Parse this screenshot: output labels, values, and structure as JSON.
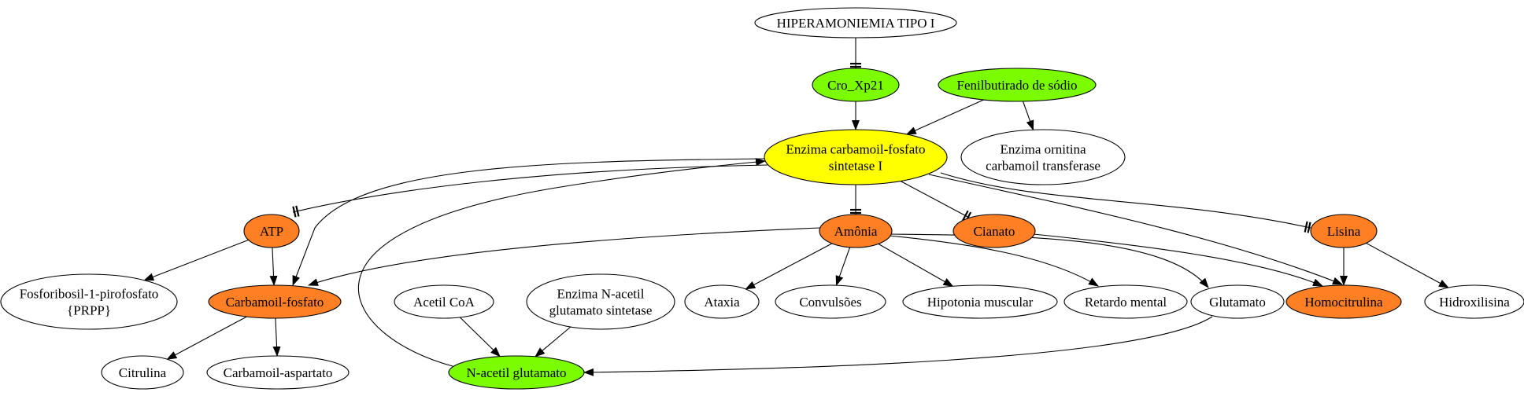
{
  "colors": {
    "gene": "#7cfc00",
    "enzyme": "#ffff00",
    "metabolite": "#ff7f24",
    "default": "#ffffff",
    "stroke": "#000000"
  },
  "nodes": [
    {
      "id": "hiperamoniemia",
      "lines": [
        "HIPERAMONIEMIA TIPO I"
      ],
      "kind": "default"
    },
    {
      "id": "cro-xp21",
      "lines": [
        "Cro_Xp21"
      ],
      "kind": "gene"
    },
    {
      "id": "fenilbutirado",
      "lines": [
        "Fenilbutirado de sódio"
      ],
      "kind": "gene"
    },
    {
      "id": "enzima-cps",
      "lines": [
        "Enzima carbamoil-fosfato",
        "sintetase I"
      ],
      "kind": "enzyme"
    },
    {
      "id": "enzima-ornitina",
      "lines": [
        "Enzima ornitina",
        "carbamoil transferase"
      ],
      "kind": "default"
    },
    {
      "id": "atp",
      "lines": [
        "ATP"
      ],
      "kind": "metabolite"
    },
    {
      "id": "amonia",
      "lines": [
        "Amônia"
      ],
      "kind": "metabolite"
    },
    {
      "id": "cianato",
      "lines": [
        "Cianato"
      ],
      "kind": "metabolite"
    },
    {
      "id": "lisina",
      "lines": [
        "Lisina"
      ],
      "kind": "metabolite"
    },
    {
      "id": "fosforibosil",
      "lines": [
        "Fosforibosil-1-pirofosfato",
        "{PRPP}"
      ],
      "kind": "default"
    },
    {
      "id": "carbamoil-fosfato",
      "lines": [
        "Carbamoil-fosfato"
      ],
      "kind": "metabolite"
    },
    {
      "id": "acetil-coa",
      "lines": [
        "Acetil CoA"
      ],
      "kind": "default"
    },
    {
      "id": "enzima-nag",
      "lines": [
        "Enzima N-acetil",
        "glutamato sintetase"
      ],
      "kind": "default"
    },
    {
      "id": "ataxia",
      "lines": [
        "Ataxia"
      ],
      "kind": "default"
    },
    {
      "id": "convulsoes",
      "lines": [
        "Convulsões"
      ],
      "kind": "default"
    },
    {
      "id": "hipotonia",
      "lines": [
        "Hipotonia muscular"
      ],
      "kind": "default"
    },
    {
      "id": "retardo",
      "lines": [
        "Retardo mental"
      ],
      "kind": "default"
    },
    {
      "id": "glutamato",
      "lines": [
        "Glutamato"
      ],
      "kind": "default"
    },
    {
      "id": "homocitrulina",
      "lines": [
        "Homocitrulina"
      ],
      "kind": "metabolite"
    },
    {
      "id": "hidroxilisina",
      "lines": [
        "Hidroxilisina"
      ],
      "kind": "default"
    },
    {
      "id": "citrulina",
      "lines": [
        "Citrulina"
      ],
      "kind": "default"
    },
    {
      "id": "carbamoil-aspartato",
      "lines": [
        "Carbamoil-aspartato"
      ],
      "kind": "default"
    },
    {
      "id": "n-acetil-glutamato",
      "lines": [
        "N-acetil glutamato"
      ],
      "kind": "gene"
    }
  ],
  "edges": [
    {
      "from": "hiperamoniemia",
      "to": "cro-xp21",
      "head": "tee"
    },
    {
      "from": "cro-xp21",
      "to": "enzima-cps",
      "head": "arrow"
    },
    {
      "from": "fenilbutirado",
      "to": "enzima-cps",
      "head": "arrow"
    },
    {
      "from": "fenilbutirado",
      "to": "enzima-ornitina",
      "head": "arrow"
    },
    {
      "from": "enzima-cps",
      "to": "atp",
      "head": "tee"
    },
    {
      "from": "enzima-cps",
      "to": "carbamoil-fosfato",
      "head": "arrow"
    },
    {
      "from": "enzima-cps",
      "to": "amonia",
      "head": "tee"
    },
    {
      "from": "enzima-cps",
      "to": "cianato",
      "head": "tee"
    },
    {
      "from": "enzima-cps",
      "to": "lisina",
      "head": "tee"
    },
    {
      "from": "enzima-cps",
      "to": "homocitrulina",
      "head": "arrow"
    },
    {
      "from": "atp",
      "to": "fosforibosil",
      "head": "arrow"
    },
    {
      "from": "atp",
      "to": "carbamoil-fosfato",
      "head": "arrow"
    },
    {
      "from": "amonia",
      "to": "carbamoil-fosfato",
      "head": "arrow"
    },
    {
      "from": "amonia",
      "to": "ataxia",
      "head": "arrow"
    },
    {
      "from": "amonia",
      "to": "convulsoes",
      "head": "arrow"
    },
    {
      "from": "amonia",
      "to": "hipotonia",
      "head": "arrow"
    },
    {
      "from": "amonia",
      "to": "retardo",
      "head": "arrow"
    },
    {
      "from": "amonia",
      "to": "glutamato",
      "head": "arrow"
    },
    {
      "from": "cianato",
      "to": "homocitrulina",
      "head": "arrow"
    },
    {
      "from": "lisina",
      "to": "homocitrulina",
      "head": "arrow"
    },
    {
      "from": "lisina",
      "to": "hidroxilisina",
      "head": "arrow"
    },
    {
      "from": "carbamoil-fosfato",
      "to": "citrulina",
      "head": "arrow"
    },
    {
      "from": "carbamoil-fosfato",
      "to": "carbamoil-aspartato",
      "head": "arrow"
    },
    {
      "from": "acetil-coa",
      "to": "n-acetil-glutamato",
      "head": "arrow"
    },
    {
      "from": "enzima-nag",
      "to": "n-acetil-glutamato",
      "head": "arrow"
    },
    {
      "from": "glutamato",
      "to": "n-acetil-glutamato",
      "head": "arrow"
    },
    {
      "from": "n-acetil-glutamato",
      "to": "enzima-cps",
      "head": "arrow"
    }
  ]
}
